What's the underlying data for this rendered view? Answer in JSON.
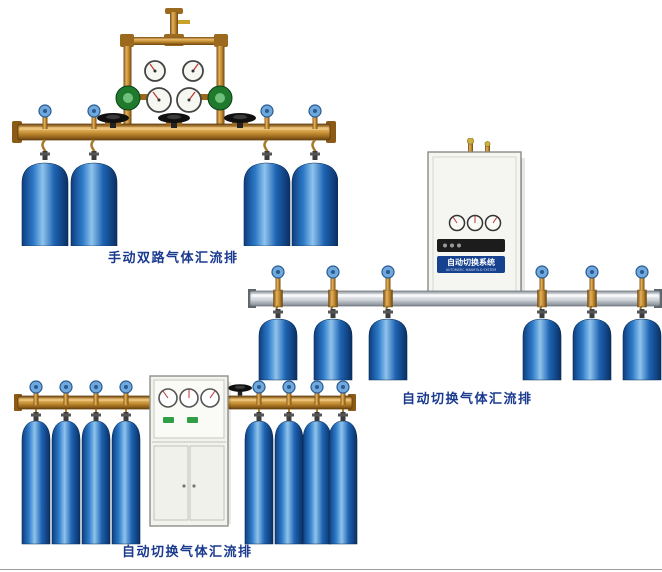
{
  "products": [
    {
      "caption": "手动双路气体汇流排"
    },
    {
      "caption": "自动切换气体汇流排"
    },
    {
      "caption": "自动切换气体汇流排"
    }
  ],
  "cabinet": {
    "label": "自动切换系统",
    "sublabel": "AUTOMATIC MANIFOLD SYSTEM"
  },
  "colors": {
    "caption_text": "#1a3a8f",
    "cylinder_blue": "#2e7bc9",
    "brass": "#c08a2e",
    "aluminum": "#cdd2d7",
    "regulator_green": "#1f7a2d"
  }
}
